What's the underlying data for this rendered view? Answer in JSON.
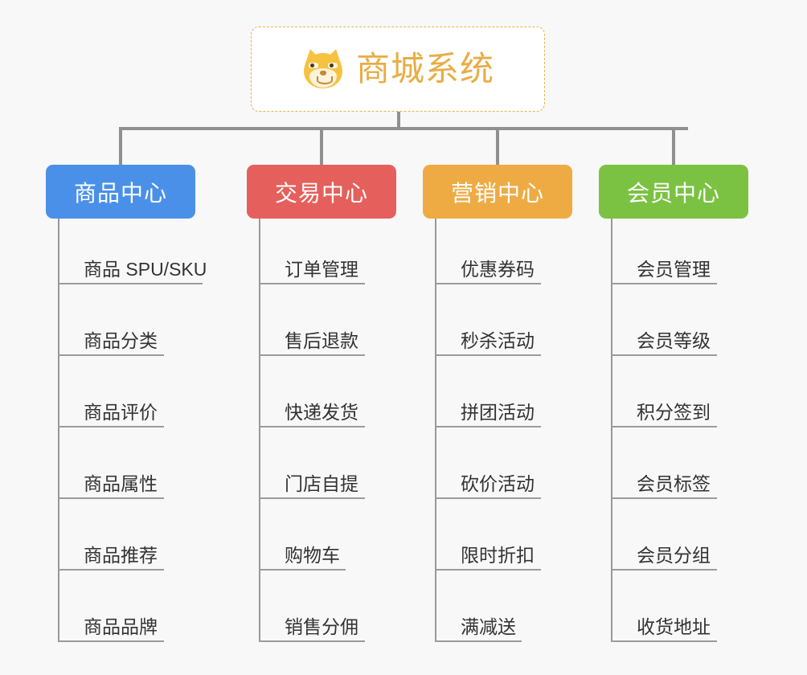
{
  "background_color": "#f8f8f8",
  "connector_color": "#909090",
  "root": {
    "title": "商城系统",
    "icon": "shiba-inu-dog-emoji",
    "text_color": "#e8ad45",
    "border_color": "#e9b24d",
    "background": "#ffffff"
  },
  "branches": [
    {
      "label": "商品中心",
      "color": "#4a90e8",
      "items": [
        "商品 SPU/SKU",
        "商品分类",
        "商品评价",
        "商品属性",
        "商品推荐",
        "商品品牌"
      ]
    },
    {
      "label": "交易中心",
      "color": "#e5605c",
      "items": [
        "订单管理",
        "售后退款",
        "快递发货",
        "门店自提",
        "购物车",
        "销售分佣"
      ]
    },
    {
      "label": "营销中心",
      "color": "#eeab44",
      "items": [
        "优惠券码",
        "秒杀活动",
        "拼团活动",
        "砍价活动",
        "限时折扣",
        "满减送"
      ]
    },
    {
      "label": "会员中心",
      "color": "#7cc242",
      "items": [
        "会员管理",
        "会员等级",
        "积分签到",
        "会员标签",
        "会员分组",
        "收货地址"
      ]
    }
  ]
}
